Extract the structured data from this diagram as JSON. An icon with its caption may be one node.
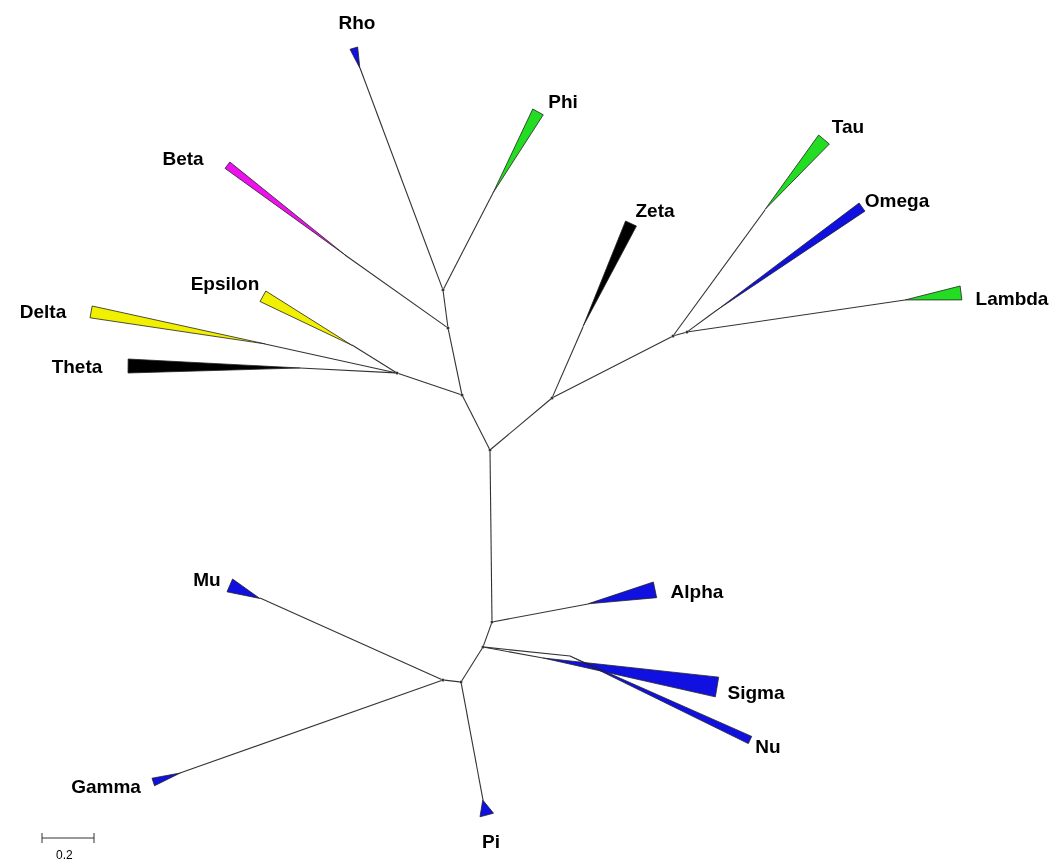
{
  "diagram": {
    "nodes": [
      {
        "text": [
          "Rho"
        ]
      },
      {
        "text": [
          "Phi"
        ]
      },
      {
        "text": [
          "Tau"
        ]
      },
      {
        "text": [
          "Beta"
        ]
      },
      {
        "text": [
          "Omega"
        ]
      },
      {
        "text": [
          "Zeta"
        ]
      },
      {
        "text": [
          "Epsilon"
        ]
      },
      {
        "text": [
          "Lambda"
        ]
      },
      {
        "text": [
          "Delta"
        ]
      },
      {
        "text": [
          "Theta"
        ]
      },
      {
        "text": [
          "Mu"
        ]
      },
      {
        "text": [
          "Alpha"
        ]
      },
      {
        "text": [
          "Sigma"
        ]
      },
      {
        "text": [
          "Nu"
        ]
      },
      {
        "text": [
          "Gamma"
        ]
      },
      {
        "text": [
          "Pi"
        ]
      },
      {
        "text": [],
        "shape": "point"
      },
      {
        "text": [],
        "shape": "point"
      },
      {
        "text": [],
        "shape": "point"
      },
      {
        "text": [],
        "shape": "point"
      },
      {
        "text": [],
        "shape": "point"
      },
      {
        "text": [],
        "shape": "point"
      },
      {
        "text": [],
        "shape": "point"
      },
      {
        "text": [],
        "shape": "point"
      },
      {
        "text": [],
        "shape": "point"
      },
      {
        "text": [],
        "shape": "point"
      },
      {
        "text": [],
        "shape": "point"
      },
      {
        "text": [],
        "shape": "point"
      }
    ],
    "edges": [
      {
        "from": 23,
        "to": 24,
        "arrow": "none"
      },
      {
        "from": 23,
        "to": 21,
        "arrow": "none"
      },
      {
        "from": 23,
        "to": 22,
        "arrow": "none"
      },
      {
        "from": 21,
        "to": 17,
        "arrow": "none"
      },
      {
        "from": 21,
        "to": 18,
        "arrow": "none"
      },
      {
        "from": 17,
        "to": 16,
        "arrow": "none"
      },
      {
        "from": 17,
        "to": 3,
        "arrow": "none"
      },
      {
        "from": 16,
        "to": 0,
        "arrow": "none"
      },
      {
        "from": 16,
        "to": 1,
        "arrow": "none"
      },
      {
        "from": 18,
        "to": 8,
        "arrow": "none"
      },
      {
        "from": 18,
        "to": 6,
        "arrow": "none"
      },
      {
        "from": 18,
        "to": 9,
        "arrow": "none"
      },
      {
        "from": 22,
        "to": 5,
        "arrow": "none"
      },
      {
        "from": 22,
        "to": 19,
        "arrow": "none"
      },
      {
        "from": 19,
        "to": 2,
        "arrow": "none"
      },
      {
        "from": 19,
        "to": 20,
        "arrow": "none"
      },
      {
        "from": 20,
        "to": 4,
        "arrow": "none"
      },
      {
        "from": 20,
        "to": 7,
        "arrow": "none"
      },
      {
        "from": 24,
        "to": 11,
        "arrow": "none"
      },
      {
        "from": 24,
        "to": 25,
        "arrow": "none"
      },
      {
        "from": 25,
        "to": 12,
        "arrow": "none"
      },
      {
        "from": 25,
        "to": 13,
        "arrow": "none"
      },
      {
        "from": 25,
        "to": 27,
        "arrow": "none"
      },
      {
        "from": 27,
        "to": 26,
        "arrow": "none"
      },
      {
        "from": 27,
        "to": 15,
        "arrow": "none"
      },
      {
        "from": 26,
        "to": 10,
        "arrow": "none"
      },
      {
        "from": 26,
        "to": 14,
        "arrow": "none"
      }
    ],
    "labels": [
      "0.2"
    ]
  }
}
